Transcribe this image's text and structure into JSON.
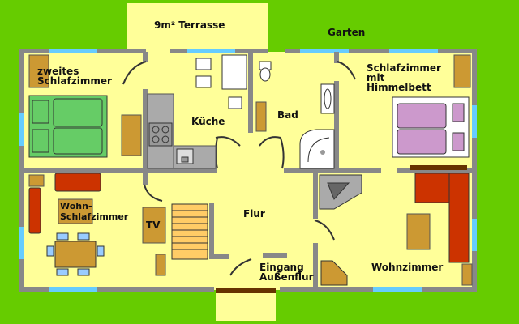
{
  "labels": {
    "terrace": "9m² Terrasse",
    "garden": "Garten",
    "second_bedroom_line1": "zweites",
    "second_bedroom_line2": "Schlafzimmer",
    "bedroom_canopy_line1": "Schlafzimmer",
    "bedroom_canopy_line2": "mit",
    "bedroom_canopy_line3": "Himmelbett",
    "kitchen": "Küche",
    "bathroom": "Bad",
    "living_bedroom_line1": "Wohn-",
    "living_bedroom_line2": "Schlafzimmer",
    "tv": "TV",
    "hallway": "Flur",
    "entrance_line1": "Eingang",
    "entrance_line2": "Außenflur",
    "living_room": "Wohnzimmer"
  },
  "colors": {
    "lawn": "#66cc00",
    "floor": "#ffff99",
    "wall": "#888888",
    "window": "#66ccff",
    "furniture_wood": "#cc9933",
    "bed_green": "#66cc66",
    "bed_pink": "#cc99cc",
    "sofa_red": "#cc3300",
    "door_arc": "#333333"
  }
}
